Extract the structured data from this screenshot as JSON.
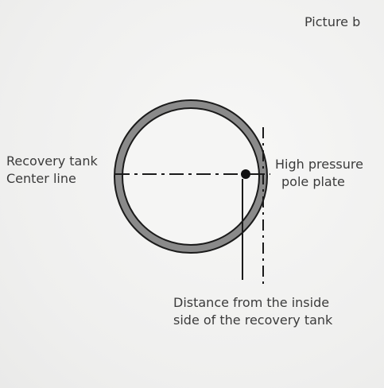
{
  "figure": {
    "picture_label": "Picture b",
    "recovery_tank_label": {
      "line1": "Recovery tank",
      "line2": "Center line"
    },
    "plate_label": {
      "line1": "High pressure",
      "line2": "pole plate"
    },
    "distance_label": {
      "line1": "Distance from the inside",
      "line2": "side of the recovery tank"
    }
  },
  "colors": {
    "ring_fill": "#8a8a8a",
    "ring_stroke": "#1a1a1a",
    "line": "#1a1a1a"
  }
}
